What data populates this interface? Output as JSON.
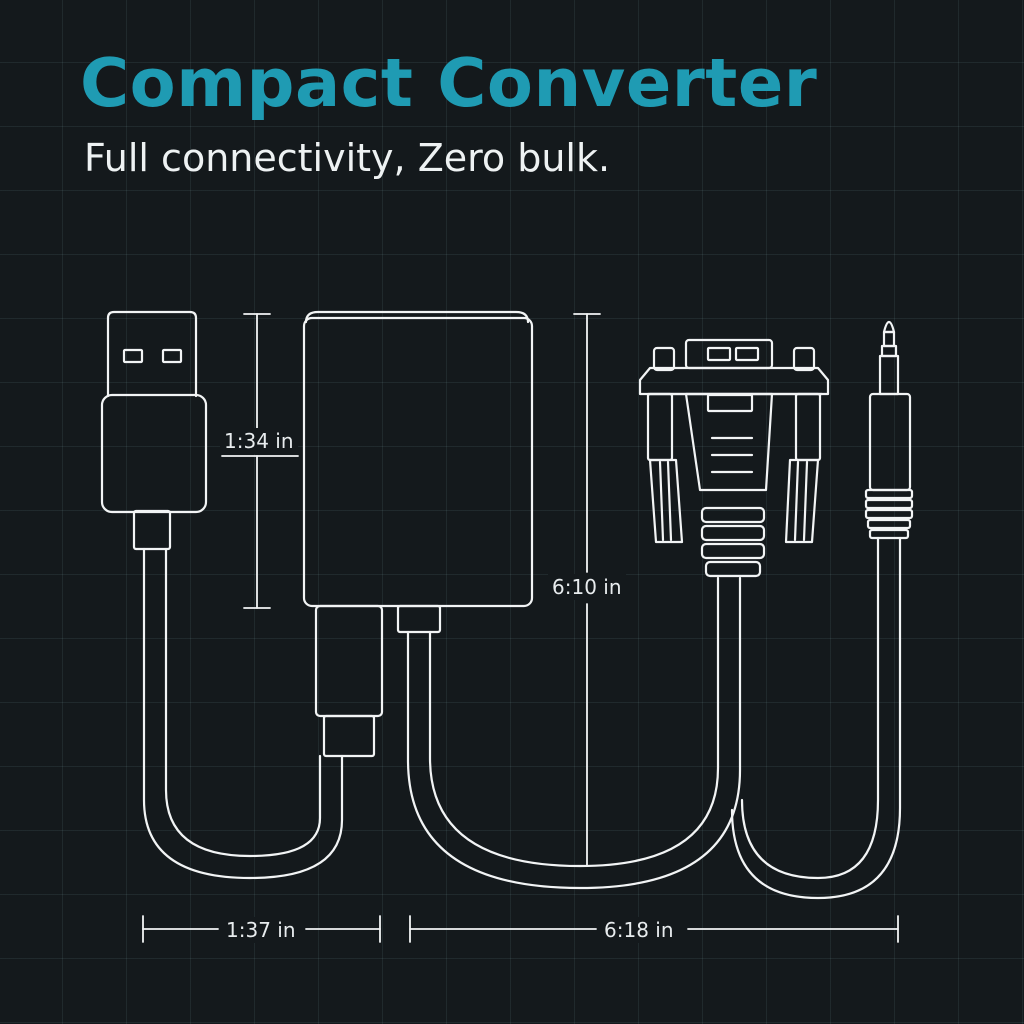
{
  "header": {
    "title": "Compact Converter",
    "subtitle": "Full connectivity, Zero bulk."
  },
  "dimensions": {
    "converter_height": "1:34 in",
    "vga_length": "6:10 in",
    "usb_cable_length": "1:37 in",
    "total_length": "6:18 in"
  },
  "colors": {
    "background": "#14191c",
    "accent": "#1f9bb3",
    "line": "#f2f4f5"
  }
}
